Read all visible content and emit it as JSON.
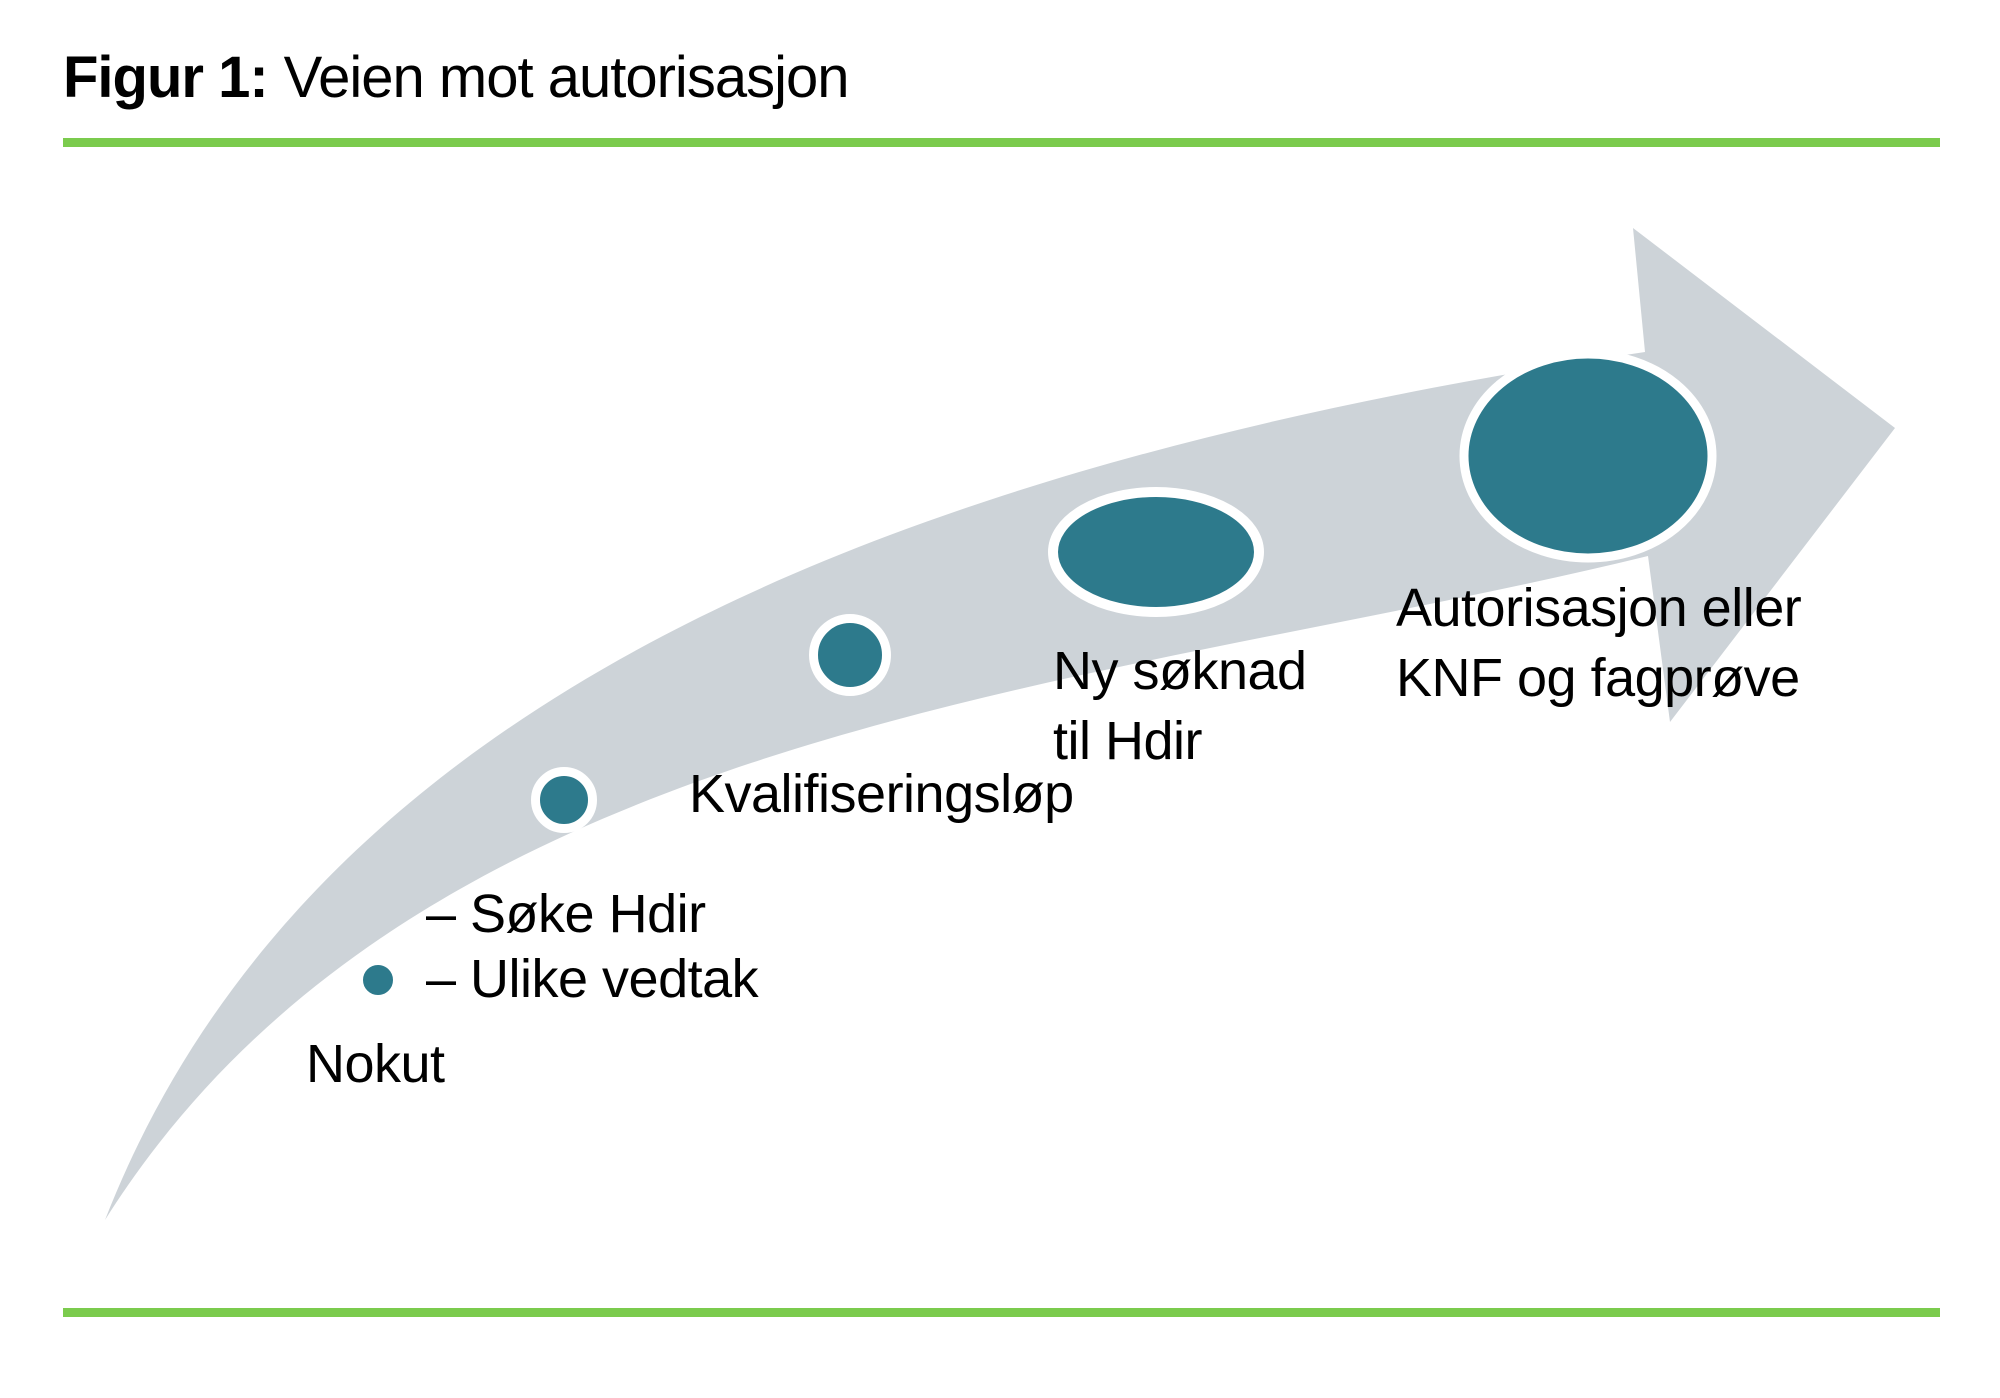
{
  "title": {
    "prefix": "Figur 1:",
    "text": "Veien mot autorisasjon"
  },
  "diagram": {
    "description": "Curved gray arrow rising from lower left to upper right with teal step nodes of increasing size",
    "steps": [
      {
        "label": "Nokut",
        "details": [
          "– Søke Hdir",
          "– Ulike vedtak"
        ]
      },
      {
        "label": "Kvalifiseringsløp"
      },
      {
        "label_lines": [
          "Ny søknad",
          "til Hdir"
        ]
      },
      {
        "label_lines": [
          "Autorisasjon eller",
          "KNF og fagprøve"
        ]
      }
    ],
    "colors": {
      "arrow_gray": "#CDD3D8",
      "node_teal": "#2D7A8C",
      "node_ring": "#FFFFFF",
      "rule_green": "#7BCB4D",
      "text": "#000000"
    }
  }
}
